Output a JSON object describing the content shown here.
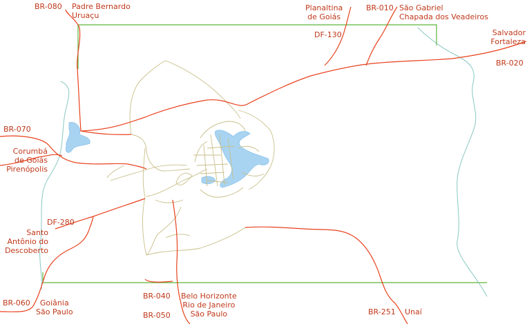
{
  "colors": {
    "road": "#e8401c",
    "border": "#5ab539",
    "water": "#a8d4f2",
    "river": "#88c8c0",
    "street": "#c8bf88",
    "label": "#c0381b"
  },
  "labels": {
    "br080": "BR-080",
    "padre_bernardo": "Padre Bernardo",
    "uruacu": "Uruaçu",
    "planaltina": "Planaltina",
    "de_goias": "de Goiás",
    "df130": "DF-130",
    "br010": "BR-010",
    "sao_gabriel": "São Gabriel",
    "chapada": "Chapada dos Veadeiros",
    "salvador": "Salvador",
    "fortaleza": "Fortaleza",
    "br020": "BR-020",
    "br070": "BR-070",
    "corumba": "Corumbá",
    "de_goias_2": "de Goiás",
    "pirenopolis": "Pirenópolis",
    "df280": "DF-280",
    "santo": "Santo",
    "antonio_do": "Antônio do",
    "descoberto": "Descoberto",
    "br060": "BR-060",
    "goiania": "Goiânia",
    "sao_paulo_1": "São Paulo",
    "br040": "BR-040",
    "br050": "BR-050",
    "belo_horizonte": "Belo Horizonte",
    "rio_de_janeiro": "Rio de Janeiro",
    "sao_paulo_2": "São Paulo",
    "br251": "BR-251",
    "unai": "Unaí"
  }
}
